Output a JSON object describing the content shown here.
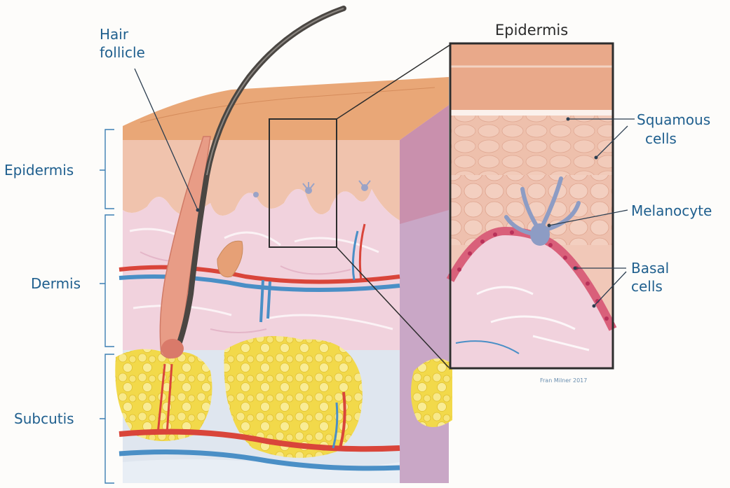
{
  "labels": {
    "hair_follicle_1": "Hair",
    "hair_follicle_2": "follicle",
    "inset_title": "Epidermis",
    "epidermis": "Epidermis",
    "dermis": "Dermis",
    "subcutis": "Subcutis",
    "squamous_1": "Squamous",
    "squamous_2": "cells",
    "melanocyte": "Melanocyte",
    "basal_1": "Basal",
    "basal_2": "cells"
  },
  "signature": "Fran Milner 2017",
  "colors": {
    "surface": "#e9a777",
    "epidermis": "#f0c3ad",
    "dermis": "#f1d2dd",
    "subcutis_fat": "#f4df52",
    "artery": "#d9453a",
    "vein": "#4a8fc6",
    "hair": "#4a4642",
    "label_blue": "#1f5f8e"
  }
}
